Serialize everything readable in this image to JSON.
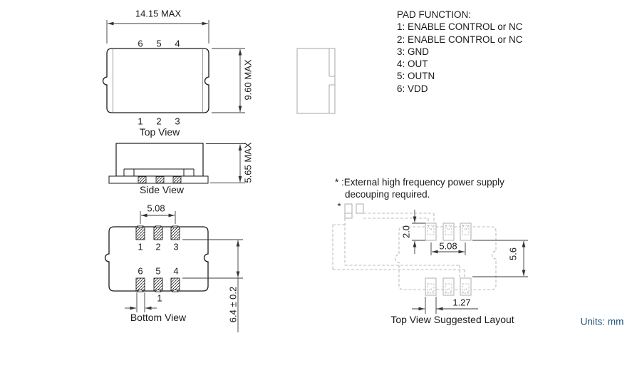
{
  "units_label": "Units: mm",
  "pad_function": {
    "title": "PAD FUNCTION:",
    "items": [
      "1: ENABLE CONTROL or NC",
      "2: ENABLE CONTROL or NC",
      "3: GND",
      "4: OUT",
      "5: OUTN",
      "6: VDD"
    ]
  },
  "note": {
    "line1": "* :External high frequency power supply",
    "line2": "decouping required."
  },
  "views": {
    "top": {
      "label": "Top View",
      "pins_top": [
        "6",
        "5",
        "4"
      ],
      "pins_bottom": [
        "1",
        "2",
        "3"
      ],
      "width_dim": "14.15 MAX",
      "height_dim": "9.60 MAX"
    },
    "side": {
      "label": "Side View",
      "height_dim": "5.65 MAX"
    },
    "bottom": {
      "label": "Bottom View",
      "pins_top": [
        "1",
        "2",
        "3"
      ],
      "pins_bottom": [
        "6",
        "5",
        "4"
      ],
      "pitch_dim": "5.08",
      "pad_width_dim": "1",
      "height_dim": "6.4 ± 0.2"
    },
    "layout": {
      "label": "Top View Suggested Layout",
      "star_marker": "*",
      "pad_height_dim": "2.0",
      "pitch_dim": "5.08",
      "row_gap_dim": "5.6",
      "pad_width_dim": "1.27"
    }
  },
  "colors": {
    "line": "#1a1a1a",
    "light_line": "#b5b5b5",
    "dim_line": "#3a3a3a",
    "units_text": "#1f4e79"
  }
}
